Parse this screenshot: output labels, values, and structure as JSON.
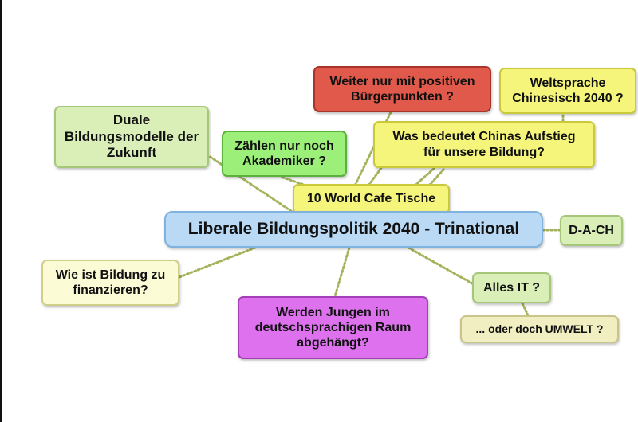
{
  "colors": {
    "center_fill": "#b9d9f5",
    "center_border": "#7fb2dc",
    "yellow_fill": "#f4f57a",
    "yellow_border": "#c9c93a",
    "green_fill": "#9cf07a",
    "green_border": "#5cb03e",
    "lightgreen_fill": "#d9efb7",
    "lightgreen_border": "#a6c77a",
    "cream_fill": "#fbfbd6",
    "cream_border": "#cfcf8a",
    "red_fill": "#e0594a",
    "red_border": "#a8352a",
    "magenta_fill": "#dd71ee",
    "magenta_border": "#a43fb8",
    "tan_fill": "#f1eec1",
    "tan_border": "#c8c48a",
    "connector": "#a3b35a"
  },
  "nodes": {
    "center": {
      "line1": "Liberale Bildungspolitik 2040 - Trinational"
    },
    "tische": {
      "line1": "10 World Cafe Tische"
    },
    "duale": {
      "line1": "Duale",
      "line2": "Bildungsmodelle der",
      "line3": "Zukunft"
    },
    "akademiker": {
      "line1": "Zählen nur noch",
      "line2": "Akademiker ?"
    },
    "weiter": {
      "line1": "Weiter nur mit positiven",
      "line2": "Bürgerpunkten ?"
    },
    "weltsprache": {
      "line1": "Weltsprache",
      "line2": "Chinesisch 2040 ?"
    },
    "china": {
      "line1": "Was bedeutet Chinas Aufstieg",
      "line2": "für unsere Bildung?"
    },
    "dach": {
      "line1": "D-A-CH"
    },
    "finanz": {
      "line1": "Wie ist Bildung zu",
      "line2": "finanzieren?"
    },
    "jungen": {
      "line1": "Werden Jungen im",
      "line2": "deutschsprachigen Raum",
      "line3": "abgehängt?"
    },
    "it": {
      "line1": "Alles IT ?"
    },
    "umwelt": {
      "line1": "... oder doch UMWELT ?"
    }
  }
}
